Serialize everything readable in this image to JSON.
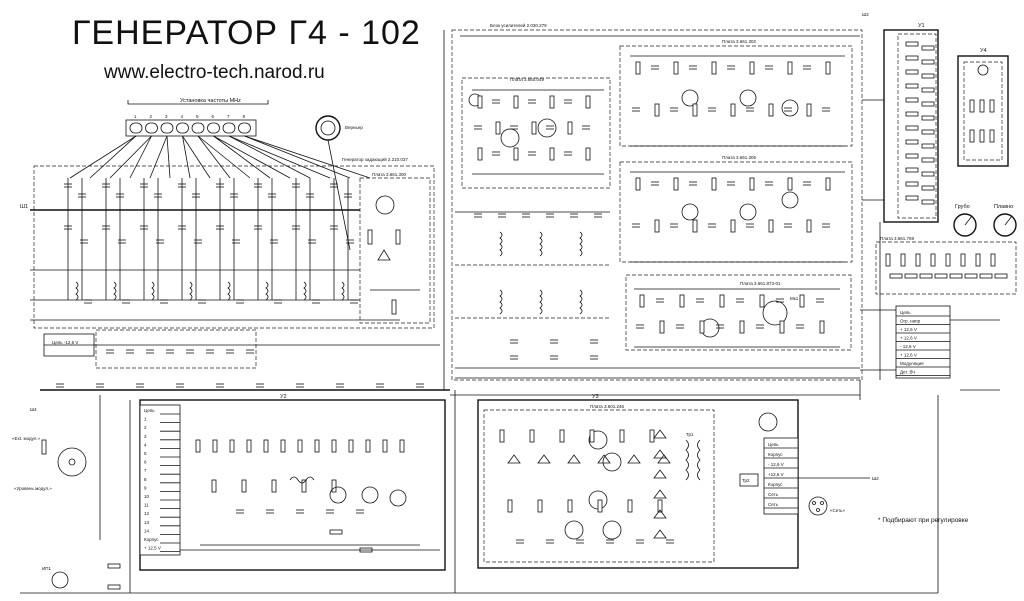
{
  "title": "ГЕНЕРАТОР   Г4 - 102",
  "url": "www.electro-tech.narod.ru",
  "labels": {
    "freq_set": "Установка частоты MHz",
    "vernier": "Верньер",
    "master_gen": "Генератор задающий 2.210.037",
    "amp_block": "Блок усилителей 2.030.279",
    "plate_049": "Плата 3.660.049",
    "plate_302": "Плата 3.661.302",
    "plate_305": "Плата 3.661.305",
    "plate_873": "Плата 3.661.873-01",
    "plate_300": "Плата 3.661.300",
    "plate_769": "Плата 3.661.769",
    "plate_246": "Плата 3.601.246",
    "circuit_12v": "Цепь -12,6 V",
    "coarse": "Грубо",
    "fine": "Плавно",
    "level_mod": "«Уровень модул.»",
    "ext_mod": "«Ext. модул.»",
    "network": "«Сеть»",
    "note": "* Подбирают при регулировке",
    "u1": "У1",
    "u2": "У2",
    "u3": "У3",
    "u4": "У4",
    "sh1": "Ш1",
    "sh2": "Ш2",
    "sh3": "Ш3",
    "sh4": "Ш4",
    "ip1": "ИП1",
    "tr1": "Тр1",
    "tr2": "Тр2",
    "mk1": "Мк1"
  },
  "dial_numbers": [
    "1",
    "2",
    "3",
    "4",
    "5",
    "6",
    "7",
    "8"
  ],
  "conn_right": [
    "Цепь",
    "Огр. напр",
    "+ 12,6 V",
    "+ 12,6 V",
    "- 12,6 V",
    "+ 12,6 V",
    "Модуляция",
    "Дет. ВЧ"
  ],
  "conn_u3": [
    "Цепь",
    "Корпус",
    "- 12,6 V",
    "+12,6 V",
    "Корпус",
    "Сеть",
    "Сеть"
  ],
  "conn_u2_left": [
    "Цепь",
    "1",
    "2",
    "3",
    "4",
    "5",
    "6",
    "7",
    "8",
    "9",
    "10",
    "11",
    "12",
    "13",
    "14",
    "Корпус",
    "+ 12,5 V"
  ]
}
